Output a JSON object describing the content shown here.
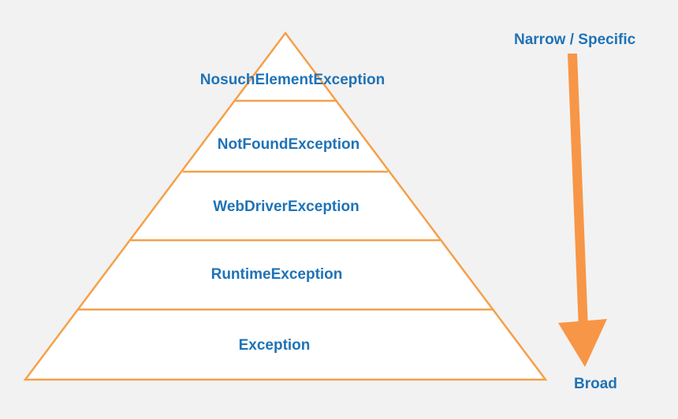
{
  "pyramid": {
    "levels": [
      {
        "label": "NosuchElementException"
      },
      {
        "label": "NotFoundException"
      },
      {
        "label": "WebDriverException"
      },
      {
        "label": "RuntimeException"
      },
      {
        "label": "Exception"
      }
    ]
  },
  "arrow": {
    "top_label": "Narrow / Specific",
    "bottom_label": "Broad"
  },
  "colors": {
    "background": "#f2f2f2",
    "pyramid_fill": "#ffffff",
    "pyramid_stroke": "#f5a04a",
    "arrow": "#f79646",
    "text": "#1f73b7"
  }
}
